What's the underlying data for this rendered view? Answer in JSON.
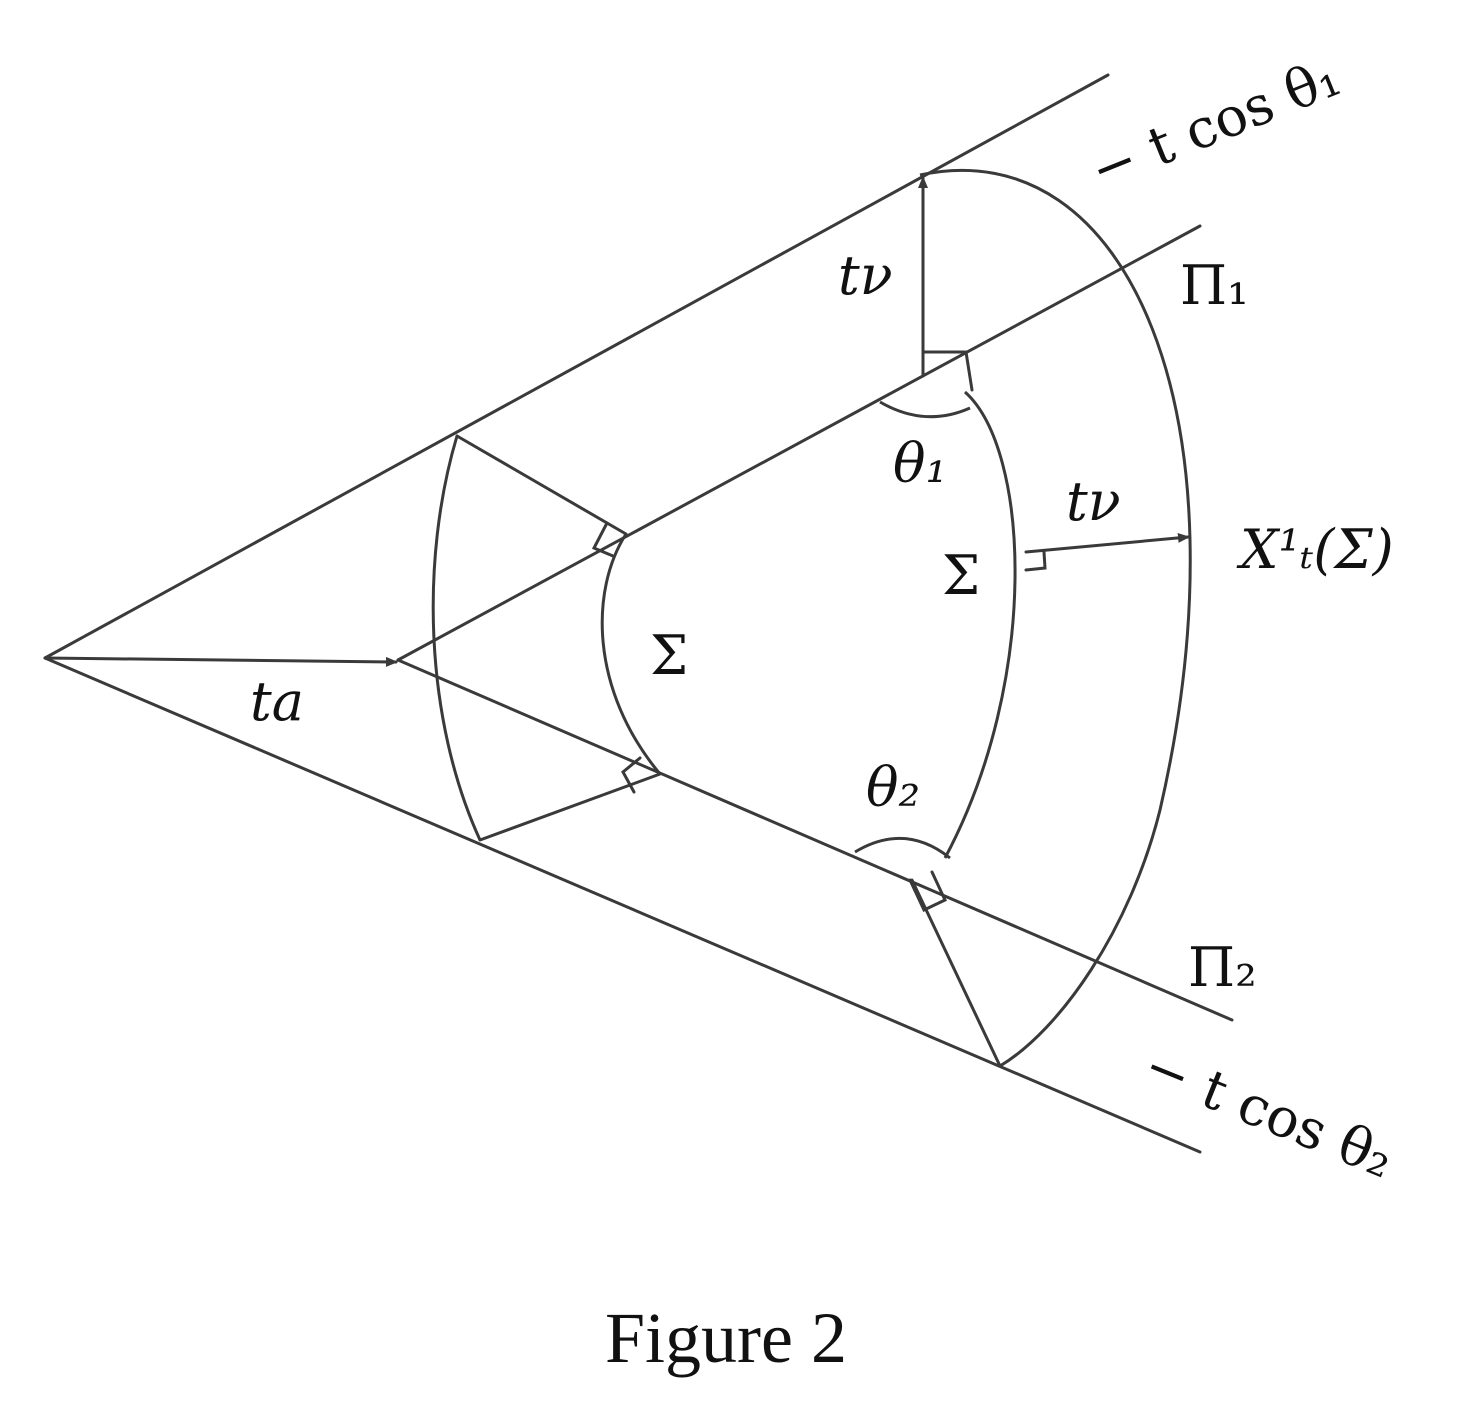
{
  "labels": {
    "neg_t_cos_theta1": "− t cos θ₁",
    "plane1": "Π₁",
    "plane2": "Π₂",
    "neg_t_cos_theta2": "− t cos θ₂",
    "t_nu_top": "tν",
    "t_nu_right": "tν",
    "theta1": "θ₁",
    "theta2": "θ₂",
    "sigma_inner": "Σ",
    "sigma_left": "Σ",
    "t_a": "ta",
    "x_t_sigma": "X¹ₜ(Σ)"
  },
  "caption": "Figure 2"
}
